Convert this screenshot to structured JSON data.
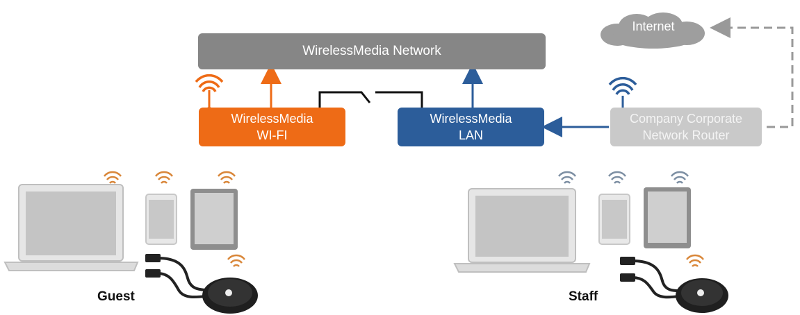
{
  "network": {
    "label": "WirelessMedia Network"
  },
  "wifi_node": {
    "line1": "WirelessMedia",
    "line2": "WI-FI"
  },
  "lan_node": {
    "line1": "WirelessMedia",
    "line2": "LAN"
  },
  "router_node": {
    "line1": "Company Corporate",
    "line2": "Network Router"
  },
  "internet": {
    "label": "Internet"
  },
  "groups": {
    "guest": "Guest",
    "staff": "Staff"
  },
  "colors": {
    "wifi_orange": "#ee6b16",
    "lan_blue": "#2c5d9a",
    "network_gray": "#868686",
    "router_gray": "#c9c9c9",
    "guest_wifi_icon": "#d9873a",
    "staff_wifi_icon": "#7d8fa3"
  },
  "icons": [
    "wifi-signal-icon",
    "cloud-icon",
    "laptop-icon",
    "phone-icon",
    "tablet-icon",
    "wireless-presentation-button-icon"
  ]
}
